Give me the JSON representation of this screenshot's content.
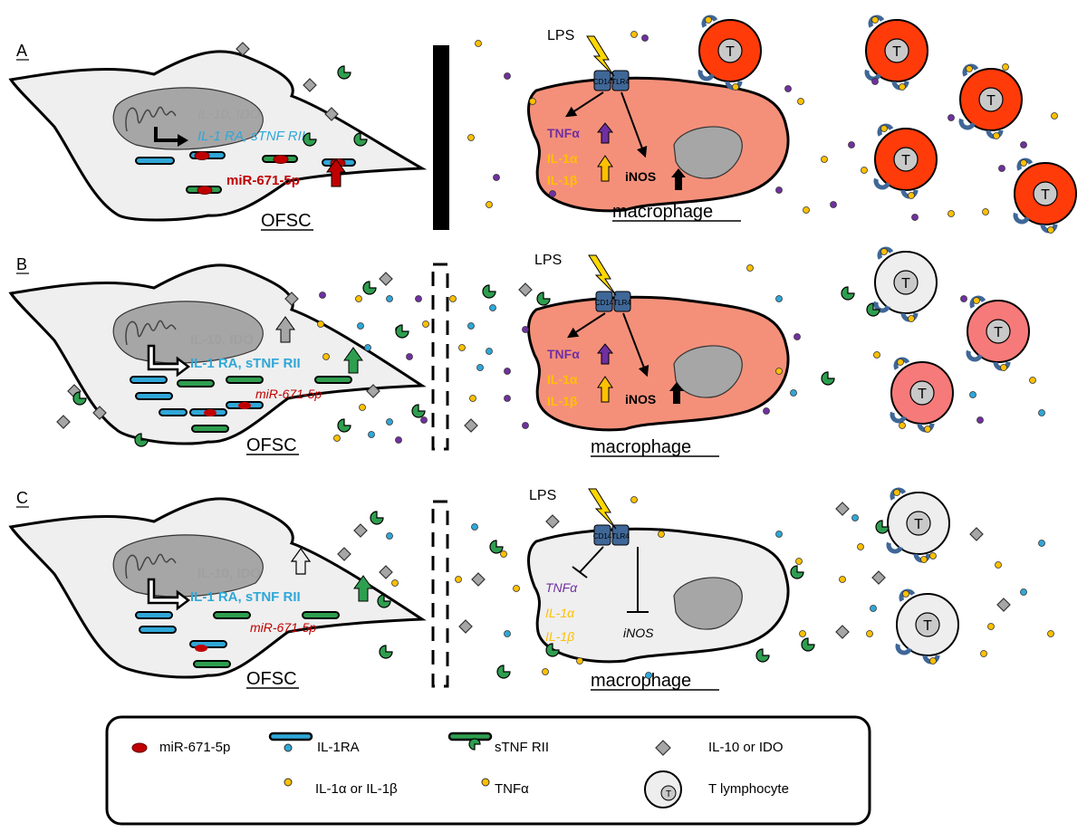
{
  "panels": [
    {
      "letter": "A",
      "ofsc_label": "OFSC",
      "macrophage_label": "macrophage",
      "lps_label": "LPS",
      "cd14_label": "CD14",
      "tlr4_label": "TLR4",
      "ofsc_text": {
        "il10": "IL-10, IDO",
        "il1ra": "IL-1 RA, sTNF RII",
        "mir": "miR-671-5p"
      },
      "mac_text": {
        "tnf": "TNFα",
        "il1a": "IL-1α",
        "il1b": "IL-1β",
        "inos": "iNOS"
      }
    },
    {
      "letter": "B",
      "ofsc_label": "OFSC",
      "macrophage_label": "macrophage",
      "lps_label": "LPS",
      "cd14_label": "CD14",
      "tlr4_label": "TLR4",
      "ofsc_text": {
        "il10": "IL-10, IDO",
        "il1ra": "IL-1 RA, sTNF RII",
        "mir": "miR-671-5p"
      },
      "mac_text": {
        "tnf": "TNFα",
        "il1a": "IL-1α",
        "il1b": "IL-1β",
        "inos": "iNOS"
      }
    },
    {
      "letter": "C",
      "ofsc_label": "OFSC",
      "macrophage_label": "macrophage",
      "lps_label": "LPS",
      "cd14_label": "CD14",
      "tlr4_label": "TLR4",
      "ofsc_text": {
        "il10": "IL-10, IDO",
        "il1ra": "IL-1 RA, sTNF RII",
        "mir": "miR-671-5p"
      },
      "mac_text": {
        "tnf": "TNFα",
        "il1a": "IL-1α",
        "il1b": "IL-1β",
        "inos": "iNOS"
      }
    }
  ],
  "t_cell_label": "T",
  "legend": {
    "mir": "miR-671-5p",
    "il1ra": "IL-1RA",
    "stnf": "sTNF RII",
    "il10": "IL-10 or IDO",
    "il1": "IL-1α or IL-1β",
    "tnf": "TNFα",
    "tcell": "T lymphocyte"
  },
  "colors": {
    "purple": "#7030a0",
    "orange": "#ffc000",
    "teal": "#2fa7d8",
    "green": "#2e9e4f",
    "red": "#c00000",
    "macrophage_fill": "#f4907a",
    "tcell_active": "#ff3b0a",
    "tcell_pink": "#f77a7a",
    "cell_grey": "#eeeeee",
    "receptor_blue": "#3f6797"
  }
}
